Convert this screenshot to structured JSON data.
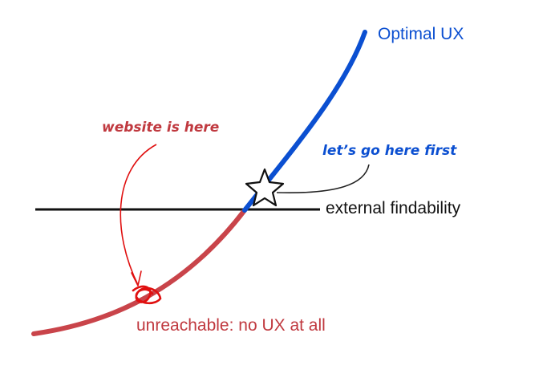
{
  "labels": {
    "optimal": "Optimal UX",
    "let_go": "let’s go here first",
    "external": "external findability",
    "website": "website is here",
    "unreachable": "unreachable: no UX at all"
  },
  "colors": {
    "blue": "#0b4fd1",
    "red_curve": "#c9444a",
    "red_text": "#c0393f",
    "annotation_red": "#e01010",
    "black": "#111111"
  },
  "icons": {
    "star": "star-icon",
    "scribble": "scribble-mark"
  }
}
